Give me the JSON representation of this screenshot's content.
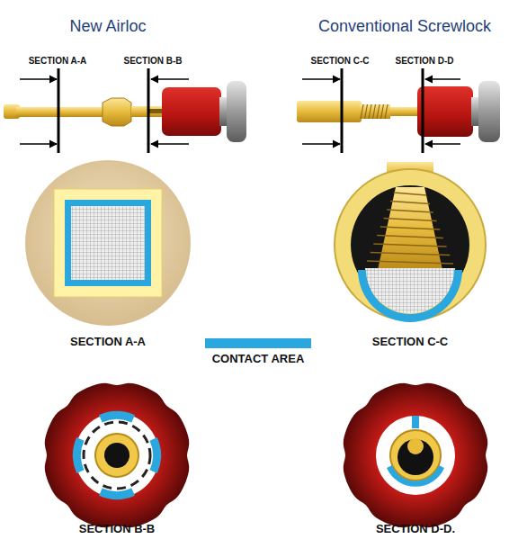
{
  "diagram": {
    "labels": [
      "New Airloc",
      "Conventional Screwlock",
      "SECTION A-A",
      "SECTION B-B",
      "SECTION C-C",
      "SECTION D-D",
      "SECTION A-A",
      "SECTION C-C",
      "SECTION B-B",
      "SECTION D-D."
    ],
    "legend": [
      {
        "text": "CONTACT AREA",
        "color": "#2aa7df"
      }
    ]
  }
}
